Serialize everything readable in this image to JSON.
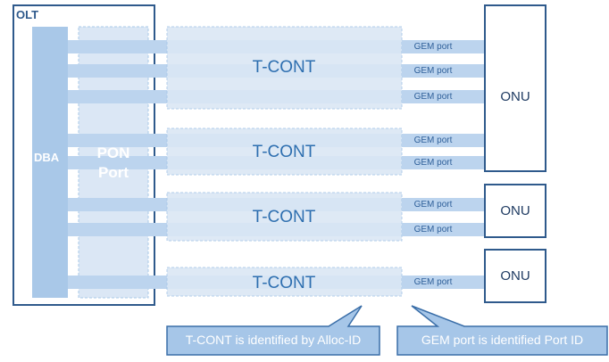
{
  "olt": {
    "title": "OLT",
    "dba_label": "DBA",
    "pon_port_label": "PON Port"
  },
  "tconts": [
    {
      "label": "T-CONT",
      "gem_ports": [
        "GEM port",
        "GEM port",
        "GEM port"
      ],
      "onu": "ONU"
    },
    {
      "label": "T-CONT",
      "gem_ports": [
        "GEM port",
        "GEM port"
      ],
      "onu": "ONU"
    },
    {
      "label": "T-CONT",
      "gem_ports": [
        "GEM port",
        "GEM port"
      ],
      "onu": "ONU"
    },
    {
      "label": "T-CONT",
      "gem_ports": [
        "GEM port"
      ],
      "onu": "ONU"
    }
  ],
  "onus": [
    "ONU",
    "ONU",
    "ONU"
  ],
  "callouts": {
    "tcont": "T-CONT is identified by Alloc-ID",
    "gem": "GEM port is identified Port ID"
  },
  "colors": {
    "frame": "#2f5a8c",
    "dba_fill": "#a9c8e8",
    "pon_fill": "#dbe7f5",
    "channel": "#bcd4ee",
    "callout_fill": "#a6c6e8",
    "callout_stroke": "#3a6ea8"
  }
}
